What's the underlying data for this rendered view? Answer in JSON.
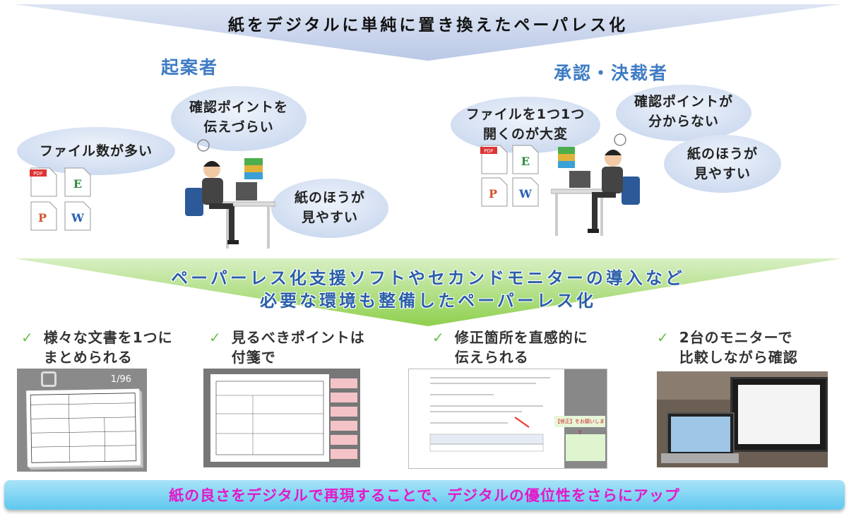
{
  "top_banner": {
    "text": "紙をデジタルに単純に置き換えたペーパレス化"
  },
  "left": {
    "role": "起案者",
    "clouds": [
      "ファイル数が多い",
      "確認ポイントを\n伝えづらい",
      "紙のほうが\n見やすい"
    ]
  },
  "right": {
    "role": "承認・決裁者",
    "clouds": [
      "ファイルを1つ1つ\n開くのが大変",
      "確認ポイントが\n分からない",
      "紙のほうが\n見やすい"
    ]
  },
  "file_icons": {
    "pdf": "PDF",
    "excel": "Excel",
    "powerpoint": "Power Point",
    "word": "Word"
  },
  "mid_banner": {
    "line1": "ペーパーレス化支援ソフトやセカンドモニターの導入など",
    "line2": "必要な環境も整備したペーパーレス化"
  },
  "features": [
    {
      "title": "様々な文書を1つに\nまとめられる"
    },
    {
      "title": "見るべきポイントは\n付箋で"
    },
    {
      "title": "修正箇所を直感的に\n伝えられる"
    },
    {
      "title": "2台のモニターで\n比較しながら確認"
    }
  ],
  "shot1": {
    "page_counter": "1/96"
  },
  "shot3": {
    "stamp": "【修正】をお願いします"
  },
  "bottom_bar": {
    "text": "紙の良さをデジタルで再現することで、デジタルの優位性をさらにアップ"
  },
  "colors": {
    "role": "#3f7cc4",
    "check": "#6cc04a",
    "bottom_text": "#e418c9",
    "mid_text": "#2a5fa8"
  }
}
